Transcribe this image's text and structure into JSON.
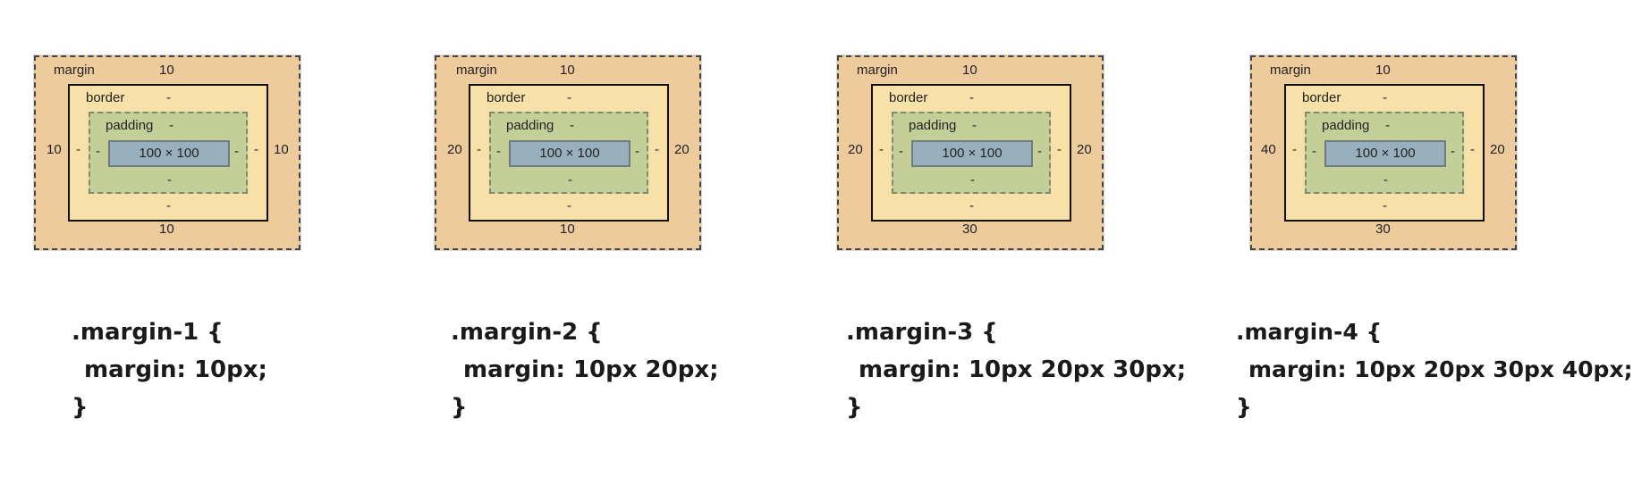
{
  "panels": [
    {
      "diagram": {
        "margin_label": "margin",
        "margin_top": "10",
        "margin_left": "10",
        "margin_right": "10",
        "margin_bottom": "10",
        "border_label": "border",
        "border_top": "-",
        "border_left": "-",
        "border_right": "-",
        "border_bottom": "-",
        "padding_label": "padding",
        "padding_top": "-",
        "padding_left": "-",
        "padding_right": "-",
        "padding_bottom": "-",
        "content": "100 × 100"
      },
      "code": {
        "selector": ".margin-1 {",
        "declaration": "margin: 10px;",
        "close": "}"
      }
    },
    {
      "diagram": {
        "margin_label": "margin",
        "margin_top": "10",
        "margin_left": "20",
        "margin_right": "20",
        "margin_bottom": "10",
        "border_label": "border",
        "border_top": "-",
        "border_left": "-",
        "border_right": "-",
        "border_bottom": "-",
        "padding_label": "padding",
        "padding_top": "-",
        "padding_left": "-",
        "padding_right": "-",
        "padding_bottom": "-",
        "content": "100 × 100"
      },
      "code": {
        "selector": ".margin-2 {",
        "declaration": "margin: 10px 20px;",
        "close": "}"
      }
    },
    {
      "diagram": {
        "margin_label": "margin",
        "margin_top": "10",
        "margin_left": "20",
        "margin_right": "20",
        "margin_bottom": "30",
        "border_label": "border",
        "border_top": "-",
        "border_left": "-",
        "border_right": "-",
        "border_bottom": "-",
        "padding_label": "padding",
        "padding_top": "-",
        "padding_left": "-",
        "padding_right": "-",
        "padding_bottom": "-",
        "content": "100 × 100"
      },
      "code": {
        "selector": ".margin-3 {",
        "declaration": "margin: 10px 20px 30px;",
        "close": "}"
      }
    },
    {
      "diagram": {
        "margin_label": "margin",
        "margin_top": "10",
        "margin_left": "40",
        "margin_right": "20",
        "margin_bottom": "30",
        "border_label": "border",
        "border_top": "-",
        "border_left": "-",
        "border_right": "-",
        "border_bottom": "-",
        "padding_label": "padding",
        "padding_top": "-",
        "padding_left": "-",
        "padding_right": "-",
        "padding_bottom": "-",
        "content": "100 × 100"
      },
      "code": {
        "selector": ".margin-4 {",
        "declaration": "margin: 10px 20px 30px 40px;",
        "close": "}"
      }
    }
  ]
}
